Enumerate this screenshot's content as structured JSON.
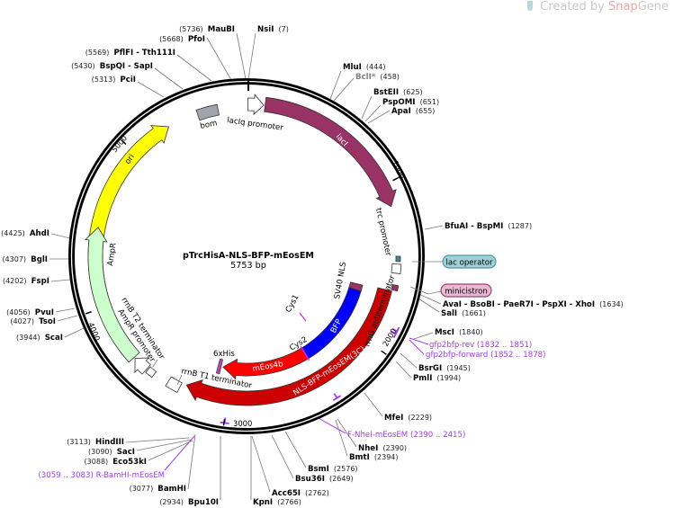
{
  "watermark": {
    "prefix": "Created by",
    "brand_a": "Snap",
    "brand_b": "Gene"
  },
  "plasmid": {
    "name": "pTrcHisA-NLS-BFP-mEosEM",
    "size": "5753 bp"
  },
  "ticks": [
    "1000",
    "2000",
    "3000",
    "4000",
    "5000"
  ],
  "features": {
    "lacIq_promoter": "lacIq promoter",
    "lacI": "lacI",
    "bom": "bom",
    "ori": "ori",
    "AmpR": "AmpR",
    "AmpR_promoter": "AmpR promoter",
    "rrnB_T2": "rrnB T2 terminator",
    "rrnB_T1": "rrnB T1 terminator",
    "trc_promoter": "trc promoter",
    "rrnG": "rrnG antiterminator",
    "NLS_BFP_mEosEM": "NLS-BFP-mEosEM(3C)",
    "SV40_NLS": "SV40 NLS",
    "BFP": "BFP",
    "mEos4b": "mEos4b",
    "6xHis": "6xHis",
    "Cys1": "Cys1",
    "Cys2": "Cys2",
    "lac_operator": "lac operator",
    "minicistron": "minicistron"
  },
  "enzymes": [
    {
      "name": "MauBI",
      "pos": "(5736)"
    },
    {
      "name": "NsiI",
      "pos": "(7)"
    },
    {
      "name": "PfoI",
      "pos": "(5668)"
    },
    {
      "name": "PflFI - Tth111I",
      "pos": "(5569)"
    },
    {
      "name": "BspQI - SapI",
      "pos": "(5430)"
    },
    {
      "name": "PciI",
      "pos": "(5313)"
    },
    {
      "name": "MluI",
      "pos": "(444)"
    },
    {
      "name": "BclI*",
      "pos": "(458)"
    },
    {
      "name": "BstEII",
      "pos": "(625)"
    },
    {
      "name": "PspOMI",
      "pos": "(651)"
    },
    {
      "name": "ApaI",
      "pos": "(655)"
    },
    {
      "name": "BfuAI - BspMI",
      "pos": "(1287)"
    },
    {
      "name": "AvaI - BsoBI - PaeR7I - PspXI - XhoI",
      "pos": "(1634)"
    },
    {
      "name": "SalI",
      "pos": "(1661)"
    },
    {
      "name": "MscI",
      "pos": "(1840)"
    },
    {
      "name": "BsrGI",
      "pos": "(1945)"
    },
    {
      "name": "PmlI",
      "pos": "(1994)"
    },
    {
      "name": "MfeI",
      "pos": "(2229)"
    },
    {
      "name": "NheI",
      "pos": "(2390)"
    },
    {
      "name": "BmtI",
      "pos": "(2394)"
    },
    {
      "name": "BsmI",
      "pos": "(2576)"
    },
    {
      "name": "Bsu36I",
      "pos": "(2649)"
    },
    {
      "name": "Acc65I",
      "pos": "(2762)"
    },
    {
      "name": "KpnI",
      "pos": "(2766)"
    },
    {
      "name": "Bpu10I",
      "pos": "(2934)"
    },
    {
      "name": "BamHI",
      "pos": "(3077)"
    },
    {
      "name": "Eco53kI",
      "pos": "(3088)"
    },
    {
      "name": "SacI",
      "pos": "(3090)"
    },
    {
      "name": "HindIII",
      "pos": "(3113)"
    },
    {
      "name": "AhdI",
      "pos": "(4425)"
    },
    {
      "name": "BglI",
      "pos": "(4307)"
    },
    {
      "name": "FspI",
      "pos": "(4202)"
    },
    {
      "name": "PvuI",
      "pos": "(4056)"
    },
    {
      "name": "TsoI",
      "pos": "(4027)"
    },
    {
      "name": "ScaI",
      "pos": "(3944)"
    }
  ],
  "primers": [
    {
      "name": "gfp2bfp-rev",
      "range": "(1832 .. 1851)"
    },
    {
      "name": "gfp2bfp-forward",
      "range": "(1852 .. 1878)"
    },
    {
      "name": "F-NheI-mEosEM",
      "range": "(2390 .. 2415)"
    },
    {
      "name": "R-BamHI-mEosEM",
      "range": "(3059 .. 3083)"
    }
  ],
  "colors": {
    "lacI": "#993366",
    "ori": "#ffff00",
    "AmpR": "#ccffcc",
    "bom": "#a0a4ab",
    "NLS_BFP_mEosEM": "#cc0000",
    "mEos4b": "#ff0000",
    "BFP": "#0000ff",
    "primer": "#a03cf0",
    "lac_operator": "#a0d0d8",
    "minicistron": "#e8b8d0"
  }
}
